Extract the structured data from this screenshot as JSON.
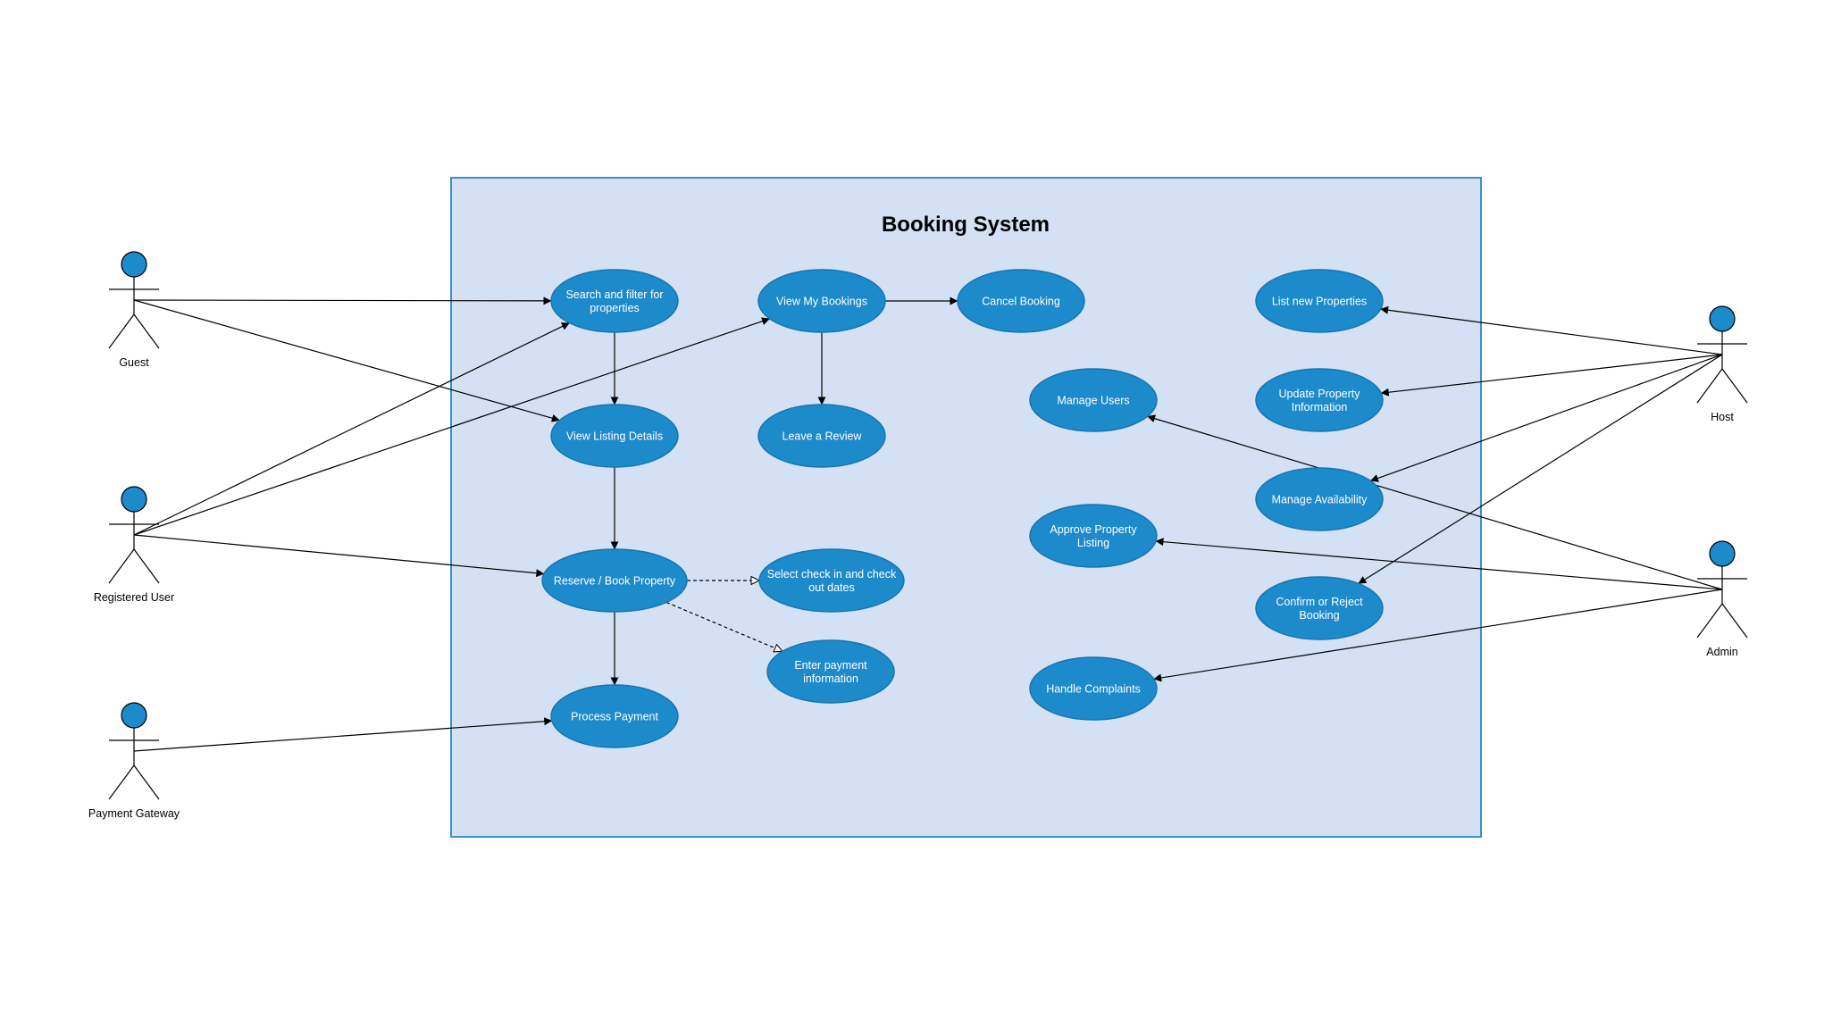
{
  "diagram": {
    "title": "Booking System",
    "colors": {
      "system_fill": "#d4e1f5",
      "system_stroke": "#3d8fc6",
      "usecase_fill": "#1c8acb",
      "usecase_stroke": "#1776ae",
      "actor_head": "#1c8acb",
      "line": "#000000",
      "text_light": "#ffffff",
      "text_dark": "#000000"
    },
    "actors": [
      {
        "id": "guest",
        "name": "Guest"
      },
      {
        "id": "registered",
        "name": "Registered User"
      },
      {
        "id": "payment",
        "name": "Payment Gateway"
      },
      {
        "id": "host",
        "name": "Host"
      },
      {
        "id": "admin",
        "name": "Admin"
      }
    ],
    "use_cases": [
      {
        "id": "search",
        "lines": [
          "Search and filter for",
          "properties"
        ]
      },
      {
        "id": "viewbookings",
        "lines": [
          "View My Bookings"
        ]
      },
      {
        "id": "cancel",
        "lines": [
          "Cancel Booking"
        ]
      },
      {
        "id": "listing",
        "lines": [
          "View Listing Details"
        ]
      },
      {
        "id": "review",
        "lines": [
          "Leave a Review"
        ]
      },
      {
        "id": "reserve",
        "lines": [
          "Reserve / Book Property"
        ]
      },
      {
        "id": "dates",
        "lines": [
          "Select check in and check",
          "out dates"
        ]
      },
      {
        "id": "payinfo",
        "lines": [
          "Enter payment",
          "information"
        ]
      },
      {
        "id": "processpay",
        "lines": [
          "Process Payment"
        ]
      },
      {
        "id": "listnew",
        "lines": [
          "List new Properties"
        ]
      },
      {
        "id": "updateprop",
        "lines": [
          "Update Property",
          "Information"
        ]
      },
      {
        "id": "availability",
        "lines": [
          "Manage Availability"
        ]
      },
      {
        "id": "confirm",
        "lines": [
          "Confirm or Reject",
          "Booking"
        ]
      },
      {
        "id": "users",
        "lines": [
          "Manage Users"
        ]
      },
      {
        "id": "approve",
        "lines": [
          "Approve Property",
          "Listing"
        ]
      },
      {
        "id": "complaints",
        "lines": [
          "Handle Complaints"
        ]
      }
    ],
    "associations": [
      {
        "from": "guest",
        "to": "search"
      },
      {
        "from": "guest",
        "to": "listing"
      },
      {
        "from": "registered",
        "to": "search"
      },
      {
        "from": "registered",
        "to": "viewbookings"
      },
      {
        "from": "registered",
        "to": "reserve"
      },
      {
        "from": "payment",
        "to": "processpay"
      },
      {
        "from": "host",
        "to": "listnew"
      },
      {
        "from": "host",
        "to": "updateprop"
      },
      {
        "from": "host",
        "to": "availability"
      },
      {
        "from": "host",
        "to": "confirm"
      },
      {
        "from": "admin",
        "to": "users"
      },
      {
        "from": "admin",
        "to": "approve"
      },
      {
        "from": "admin",
        "to": "complaints"
      }
    ],
    "flows": [
      {
        "from": "search",
        "to": "listing"
      },
      {
        "from": "listing",
        "to": "reserve"
      },
      {
        "from": "reserve",
        "to": "processpay"
      },
      {
        "from": "viewbookings",
        "to": "cancel"
      },
      {
        "from": "viewbookings",
        "to": "review"
      }
    ],
    "dependencies": [
      {
        "from": "reserve",
        "to": "dates"
      },
      {
        "from": "reserve",
        "to": "payinfo"
      }
    ]
  }
}
